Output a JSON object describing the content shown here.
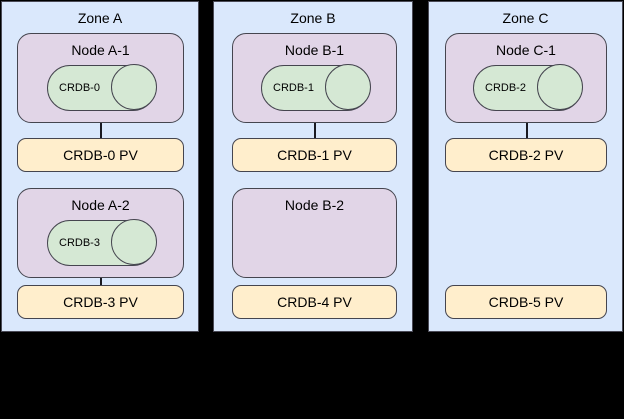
{
  "diagram": {
    "type": "zone-node-storage-topology",
    "colors": {
      "zone_fill": "#dae8fc",
      "node_fill": "#e1d5e7",
      "db_fill": "#d5e8d4",
      "pv_fill": "#ffeecc",
      "stroke": "#45454f",
      "background": "#000000"
    },
    "zones": [
      {
        "id": "zone-a",
        "title": "Zone A",
        "rows": [
          {
            "node": {
              "title": "Node A-1",
              "database": "CRDB-0"
            },
            "pv": "CRDB-0 PV",
            "connected": true
          },
          {
            "node": {
              "title": "Node A-2",
              "database": "CRDB-3"
            },
            "pv": "CRDB-3 PV",
            "connected": true
          }
        ]
      },
      {
        "id": "zone-b",
        "title": "Zone B",
        "rows": [
          {
            "node": {
              "title": "Node B-1",
              "database": "CRDB-1"
            },
            "pv": "CRDB-1 PV",
            "connected": true
          },
          {
            "node": {
              "title": "Node B-2",
              "database": null
            },
            "pv": "CRDB-4 PV",
            "connected": false
          }
        ]
      },
      {
        "id": "zone-c",
        "title": "Zone C",
        "rows": [
          {
            "node": {
              "title": "Node C-1",
              "database": "CRDB-2"
            },
            "pv": "CRDB-2 PV",
            "connected": true
          },
          {
            "node": null,
            "pv": "CRDB-5 PV",
            "connected": false
          }
        ]
      }
    ]
  }
}
